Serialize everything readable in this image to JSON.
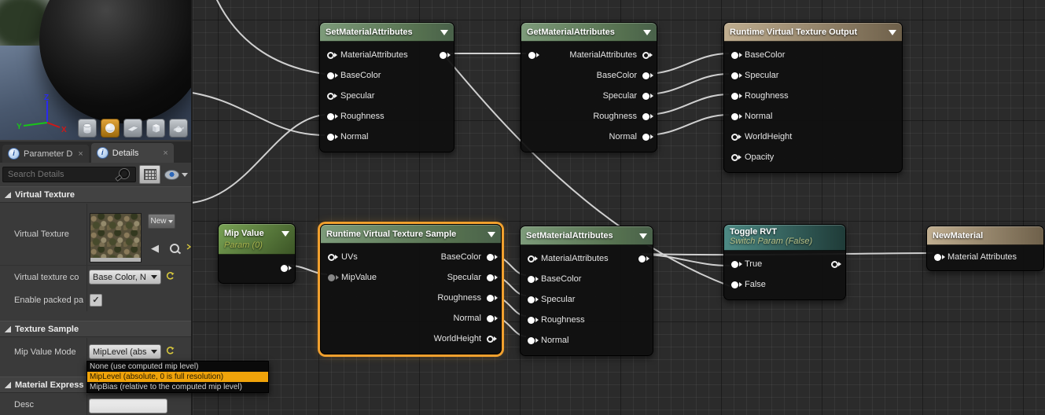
{
  "viewport": {
    "axis": {
      "x": "X",
      "y": "Y",
      "z": "Z"
    },
    "preview_shapes": [
      "cylinder",
      "sphere",
      "plane",
      "cube",
      "teapot"
    ],
    "selected_shape": "sphere"
  },
  "details_panel": {
    "tabs": [
      {
        "label": "Parameter D"
      },
      {
        "label": "Details"
      }
    ],
    "search": {
      "placeholder": "Search Details"
    },
    "virtual_texture": {
      "title": "Virtual Texture",
      "virtual_texture_row": {
        "label": "Virtual Texture",
        "new_button": "New"
      },
      "content_row": {
        "label": "Virtual texture co",
        "value": "Base Color, N"
      },
      "packed_row": {
        "label": "Enable packed pa",
        "checked": true
      }
    },
    "texture_sample": {
      "title": "Texture Sample",
      "mip_value_mode": {
        "label": "Mip Value Mode",
        "value": "MipLevel (abs"
      }
    },
    "material_expression": {
      "title": "Material Express",
      "desc_row": {
        "label": "Desc",
        "value": ""
      }
    }
  },
  "mip_mode_menu": {
    "options": [
      "None (use computed mip level)",
      "MipLevel (absolute, 0 is full resolution)",
      "MipBias (relative to the computed mip level)"
    ],
    "selected_index": 1
  },
  "graph": {
    "set_top": {
      "title": "SetMaterialAttributes",
      "pins": [
        "MaterialAttributes",
        "BaseColor",
        "Specular",
        "Roughness",
        "Normal"
      ]
    },
    "get": {
      "title": "GetMaterialAttributes",
      "pins": [
        "MaterialAttributes",
        "BaseColor",
        "Specular",
        "Roughness",
        "Normal"
      ]
    },
    "rvt_output": {
      "title": "Runtime Virtual Texture Output",
      "pins": [
        "BaseColor",
        "Specular",
        "Roughness",
        "Normal",
        "WorldHeight",
        "Opacity"
      ]
    },
    "mip_value": {
      "title": "Mip Value",
      "subtitle": "Param (0)"
    },
    "rvt_sample": {
      "title": "Runtime Virtual Texture Sample",
      "inputs": [
        "UVs",
        "MipValue"
      ],
      "outputs": [
        "BaseColor",
        "Specular",
        "Roughness",
        "Normal",
        "WorldHeight"
      ]
    },
    "set_bottom": {
      "title": "SetMaterialAttributes",
      "pins": [
        "MaterialAttributes",
        "BaseColor",
        "Specular",
        "Roughness",
        "Normal"
      ]
    },
    "toggle": {
      "title": "Toggle RVT",
      "subtitle": "Switch Param (False)",
      "pins": [
        "True",
        "False"
      ]
    },
    "new_material": {
      "title": "NewMaterial",
      "pin": "Material Attributes"
    }
  },
  "icons": {
    "info": "i",
    "close": "×",
    "check": "✓",
    "back_arrow": "◀"
  },
  "colors": {
    "selection": "#F1A02E",
    "menu_highlight": "#F0A30A",
    "header_green": "#7D9B7A",
    "header_param_green": "#79A355",
    "header_tan": "#C0AE90",
    "header_teal": "#4D8A84",
    "wire": "#D9D9D9",
    "reset_yellow": "#D8C83C"
  }
}
